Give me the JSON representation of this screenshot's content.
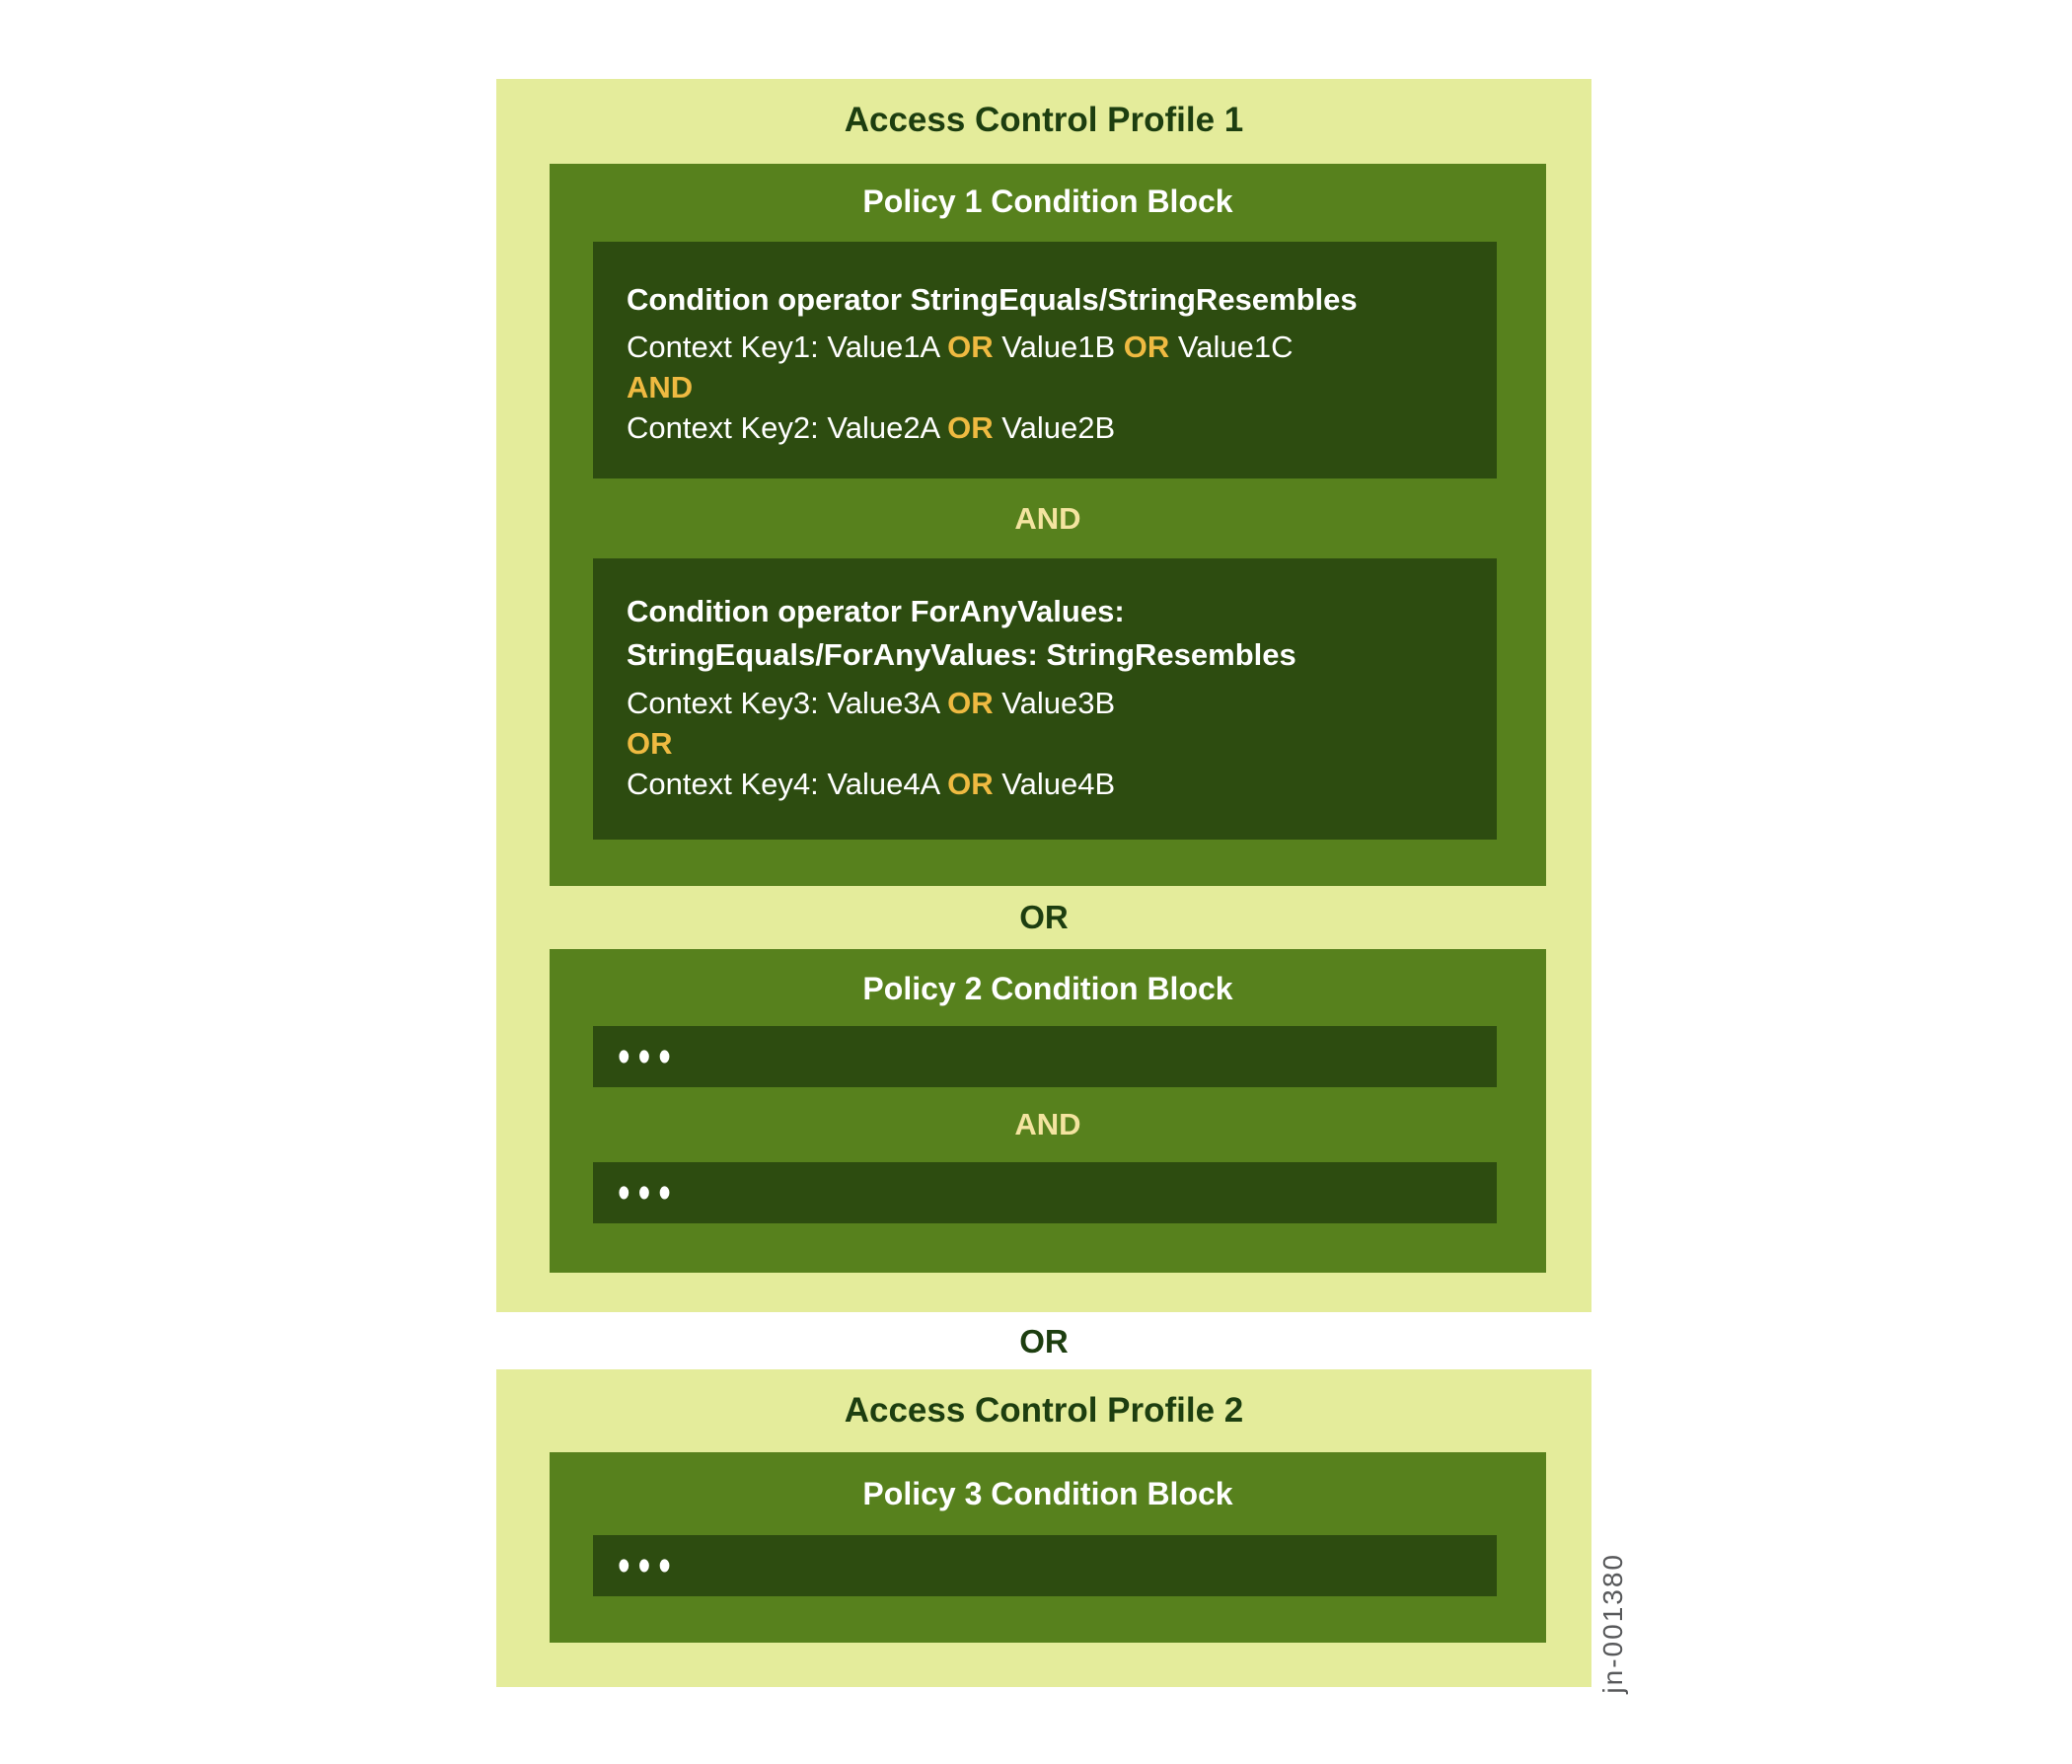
{
  "colors": {
    "light_profile_bg": "#e4ec9b",
    "medium_policy_green": "#57811d",
    "dark_condition_green": "#2d4c10",
    "profile_title_text": "#1d3e10",
    "inline_operator_gold": "#efba41",
    "connector_pale_yellow": "#f4e4a0",
    "body_text_white": "#ffffff",
    "watermark_gray": "#58595b"
  },
  "profile1": {
    "title": "Access Control Profile 1",
    "policy1": {
      "title": "Policy 1 Condition Block",
      "condition1": {
        "heading": "Condition operator StringEquals/StringResembles",
        "line1": [
          {
            "text": "Context Key1: Value1A "
          },
          {
            "text": "OR",
            "gold": true
          },
          {
            "text": " Value1B "
          },
          {
            "text": "OR",
            "gold": true
          },
          {
            "text": " Value1C"
          }
        ],
        "operator_line": [
          {
            "text": "AND",
            "gold": true
          }
        ],
        "line2": [
          {
            "text": "Context Key2: Value2A "
          },
          {
            "text": "OR",
            "gold": true
          },
          {
            "text": " Value2B"
          }
        ]
      },
      "connector": "AND",
      "condition2": {
        "heading": "Condition operator ForAnyValues:\nStringEquals/ForAnyValues: StringResembles",
        "line1": [
          {
            "text": "Context Key3: Value3A "
          },
          {
            "text": "OR",
            "gold": true
          },
          {
            "text": " Value3B"
          }
        ],
        "operator_line": [
          {
            "text": "OR",
            "gold": true
          }
        ],
        "line2": [
          {
            "text": "Context Key4: Value4A "
          },
          {
            "text": "OR",
            "gold": true
          },
          {
            "text": " Value4B"
          }
        ]
      }
    },
    "connector": "OR",
    "policy2": {
      "title": "Policy 2 Condition Block",
      "bar1_dots": "•••",
      "connector": "AND",
      "bar2_dots": "•••"
    }
  },
  "profiles_connector": "OR",
  "profile2": {
    "title": "Access Control Profile 2",
    "policy3": {
      "title": "Policy 3 Condition Block",
      "bar_dots": "•••"
    }
  },
  "watermark": "jn-001380"
}
